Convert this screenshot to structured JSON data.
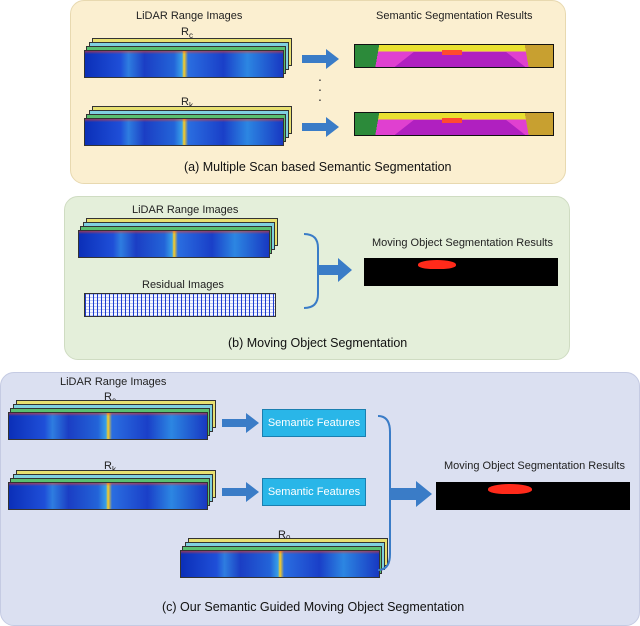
{
  "panel_a": {
    "title_left": "LiDAR Range Images",
    "title_right": "Semantic Segmentation Results",
    "label_top": "R",
    "label_top_sub": "c",
    "label_bottom": "R",
    "label_bottom_sub": "k",
    "ellipsis": "·\n·\n·",
    "caption": "(a) Multiple Scan based Semantic Segmentation"
  },
  "panel_b": {
    "title_left": "LiDAR Range Images",
    "residual_label": "Residual Images",
    "title_right": "Moving Object Segmentation Results",
    "caption": "(b) Moving Object Segmentation"
  },
  "panel_c": {
    "title_left": "LiDAR Range Images",
    "label_top": "R",
    "label_top_sub": "c",
    "label_mid": "R",
    "label_mid_sub": "k",
    "label_bottom": "R",
    "label_bottom_sub": "0",
    "feature_box_1": "Semantic Features",
    "feature_box_2": "Semantic Features",
    "title_right": "Moving Object Segmentation Results",
    "caption": "(c) Our Semantic Guided Moving Object Segmentation"
  },
  "colors": {
    "panel_a_bg": "#fbefd0",
    "panel_b_bg": "#e4efda",
    "panel_c_bg": "#dbe0f1",
    "arrow": "#3a7cc7",
    "feature_box": "#29b6e8"
  }
}
